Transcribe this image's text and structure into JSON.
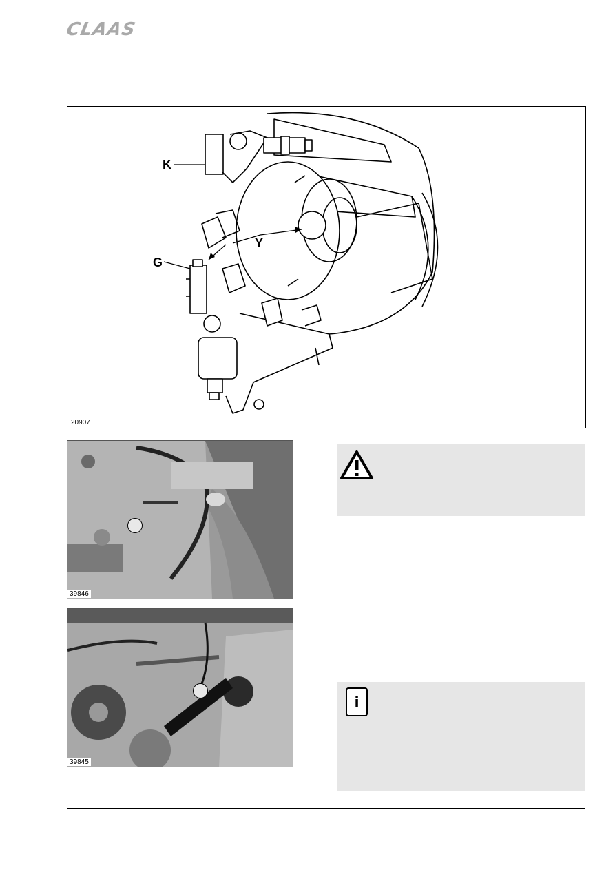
{
  "header": {
    "logo_text": "CLAAS"
  },
  "figure_main": {
    "number": "20907",
    "labels": {
      "k": "K",
      "y": "Y",
      "g": "G"
    }
  },
  "photo_1": {
    "number": "39846"
  },
  "photo_2": {
    "number": "39845"
  },
  "warning_box": {
    "icon": "warning-triangle-icon"
  },
  "info_box": {
    "icon": "info-icon",
    "glyph": "i"
  }
}
